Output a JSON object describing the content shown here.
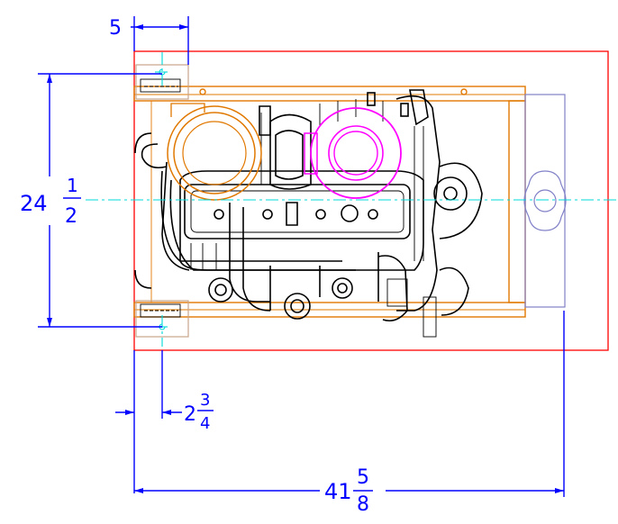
{
  "colors": {
    "dimension": "#0000ff",
    "envelope": "#ff0000",
    "frame": "#e07800",
    "engine": "#000000",
    "centerline": "#00d8d8",
    "magenta": "#ff00ff",
    "purple": "#8080c8"
  },
  "dimensions": {
    "top_offset": "5",
    "height": {
      "whole": "24",
      "num": "1",
      "den": "2"
    },
    "side_offset": {
      "whole": "2",
      "num": "3",
      "den": "4"
    },
    "length": {
      "whole": "41",
      "num": "5",
      "den": "8"
    }
  }
}
